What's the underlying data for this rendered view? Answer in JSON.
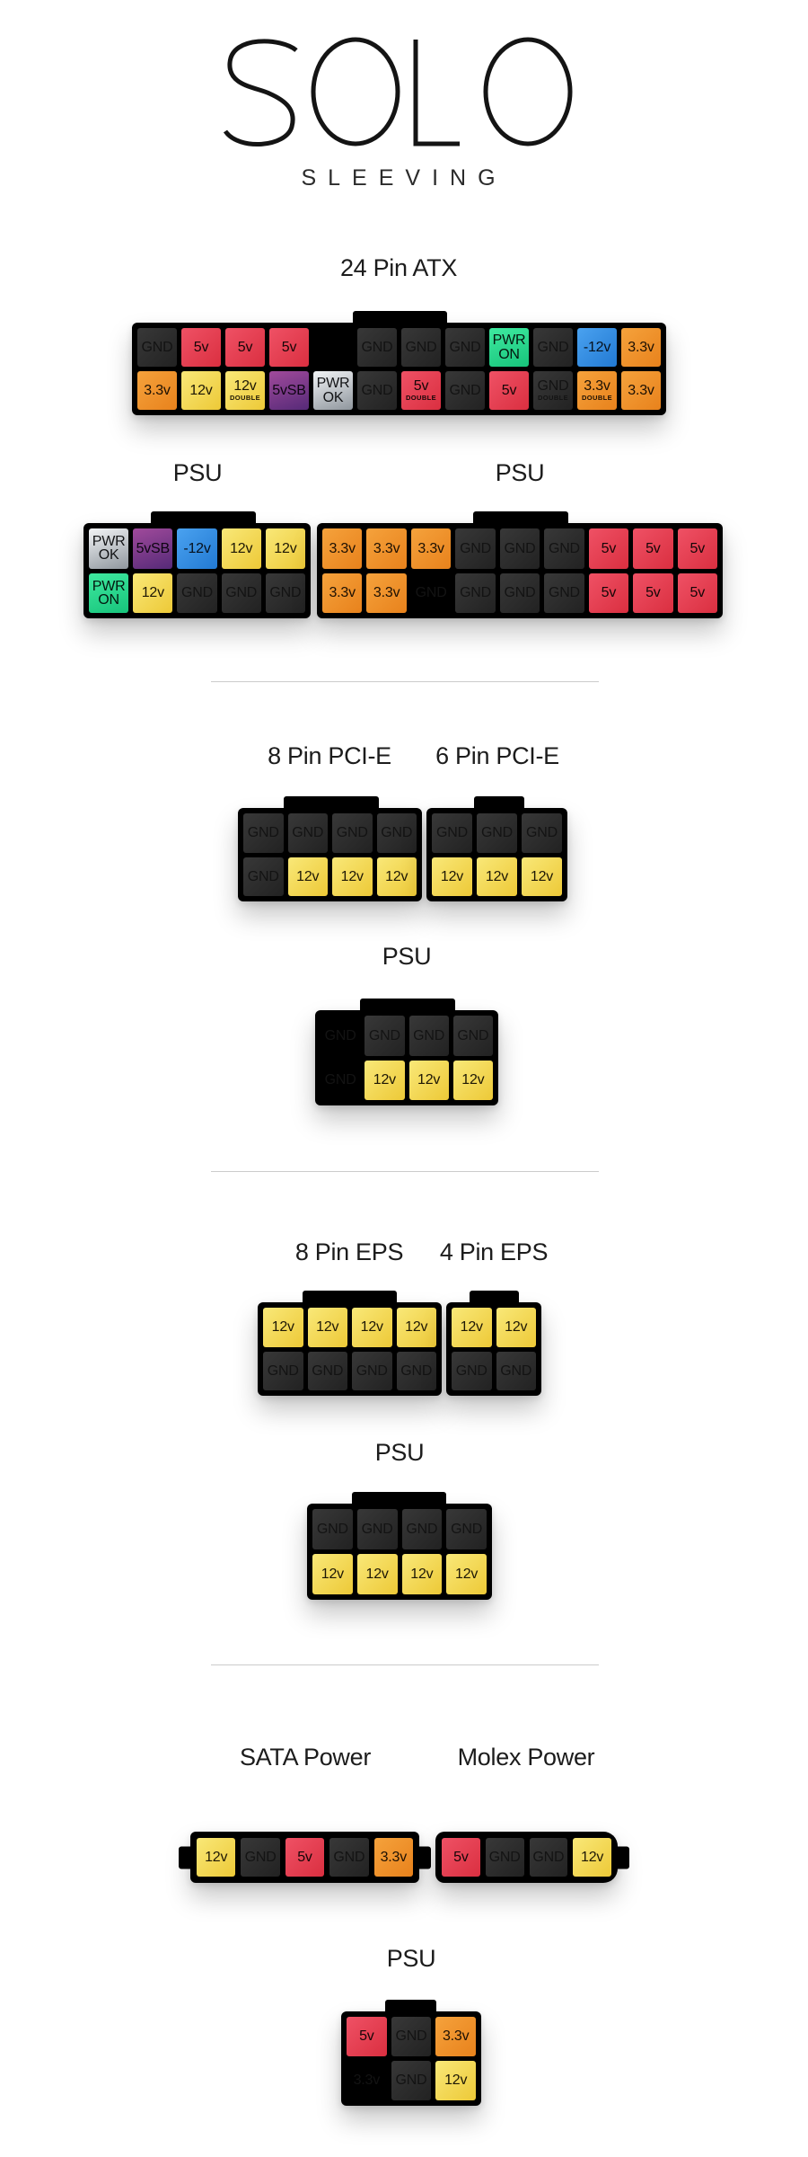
{
  "logo": {
    "title": "SOLO",
    "subtitle": "SLEEVING"
  },
  "headings": {
    "atx": "24 Pin ATX",
    "psu_atx_left": "PSU",
    "psu_atx_right": "PSU",
    "pcie8": "8 Pin PCI-E",
    "pcie6": "6 Pin PCI-E",
    "psu_pcie": "PSU",
    "eps8": "8 Pin EPS",
    "eps4": "4 Pin EPS",
    "psu_eps": "PSU",
    "sata": "SATA Power",
    "molex": "Molex Power",
    "psu_drive": "PSU"
  },
  "pin_colors": {
    "GND": "#2d2d2d",
    "5v": "#e8404f",
    "12v": "#f2d94a",
    "3.3v": "#ef9126",
    "5vSB": "#8a3f9e",
    "-12v": "#2f8fe5",
    "PWR OK": "#c6ccd2",
    "PWR ON": "#2bd98c",
    "blank": "#000000",
    "body": "#000000"
  },
  "connectors": {
    "atx24": {
      "rows": [
        [
          {
            "label": "GND",
            "type": "gnd"
          },
          {
            "label": "5v",
            "type": "p5"
          },
          {
            "label": "5v",
            "type": "p5"
          },
          {
            "label": "5v",
            "type": "p5"
          },
          {
            "label": "",
            "type": "blank"
          },
          {
            "label": "GND",
            "type": "gnd"
          },
          {
            "label": "GND",
            "type": "gnd"
          },
          {
            "label": "GND",
            "type": "gnd"
          },
          {
            "label": "PWR\nON",
            "type": "pwron"
          },
          {
            "label": "GND",
            "type": "gnd"
          },
          {
            "label": "-12v",
            "type": "n12"
          },
          {
            "label": "3.3v",
            "type": "p33"
          }
        ],
        [
          {
            "label": "3.3v",
            "type": "p33"
          },
          {
            "label": "12v",
            "type": "p12"
          },
          {
            "label": "12v",
            "type": "p12",
            "sub": "DOUBLE"
          },
          {
            "label": "5vSB",
            "type": "sb5"
          },
          {
            "label": "PWR\nOK",
            "type": "pwrok"
          },
          {
            "label": "GND",
            "type": "gnd"
          },
          {
            "label": "5v",
            "type": "p5",
            "sub": "DOUBLE"
          },
          {
            "label": "GND",
            "type": "gnd"
          },
          {
            "label": "5v",
            "type": "p5"
          },
          {
            "label": "GND",
            "type": "gnd",
            "sub": "DOUBLE"
          },
          {
            "label": "3.3v",
            "type": "p33",
            "sub": "DOUBLE"
          },
          {
            "label": "3.3v",
            "type": "p33"
          }
        ]
      ]
    },
    "psu_atx_a": {
      "rows": [
        [
          {
            "label": "PWR\nOK",
            "type": "pwrok"
          },
          {
            "label": "5vSB",
            "type": "sb5"
          },
          {
            "label": "-12v",
            "type": "n12"
          },
          {
            "label": "12v",
            "type": "p12"
          },
          {
            "label": "12v",
            "type": "p12"
          }
        ],
        [
          {
            "label": "PWR\nON",
            "type": "pwron"
          },
          {
            "label": "12v",
            "type": "p12"
          },
          {
            "label": "GND",
            "type": "gnd"
          },
          {
            "label": "GND",
            "type": "gnd"
          },
          {
            "label": "GND",
            "type": "gnd"
          }
        ]
      ]
    },
    "psu_atx_b": {
      "rows": [
        [
          {
            "label": "3.3v",
            "type": "p33"
          },
          {
            "label": "3.3v",
            "type": "p33"
          },
          {
            "label": "3.3v",
            "type": "p33"
          },
          {
            "label": "GND",
            "type": "gnd"
          },
          {
            "label": "GND",
            "type": "gnd"
          },
          {
            "label": "GND",
            "type": "gnd"
          },
          {
            "label": "5v",
            "type": "p5"
          },
          {
            "label": "5v",
            "type": "p5"
          },
          {
            "label": "5v",
            "type": "p5"
          }
        ],
        [
          {
            "label": "3.3v",
            "type": "p33"
          },
          {
            "label": "3.3v",
            "type": "p33"
          },
          {
            "label": "GND",
            "type": "ghost"
          },
          {
            "label": "GND",
            "type": "gnd"
          },
          {
            "label": "GND",
            "type": "gnd"
          },
          {
            "label": "GND",
            "type": "gnd"
          },
          {
            "label": "5v",
            "type": "p5"
          },
          {
            "label": "5v",
            "type": "p5"
          },
          {
            "label": "5v",
            "type": "p5"
          }
        ]
      ]
    },
    "pcie8": {
      "rows": [
        [
          {
            "label": "GND",
            "type": "gnd"
          },
          {
            "label": "GND",
            "type": "gnd"
          },
          {
            "label": "GND",
            "type": "gnd"
          },
          {
            "label": "GND",
            "type": "gnd"
          }
        ],
        [
          {
            "label": "GND",
            "type": "gnd"
          },
          {
            "label": "12v",
            "type": "p12"
          },
          {
            "label": "12v",
            "type": "p12"
          },
          {
            "label": "12v",
            "type": "p12"
          }
        ]
      ]
    },
    "pcie6": {
      "rows": [
        [
          {
            "label": "GND",
            "type": "gnd"
          },
          {
            "label": "GND",
            "type": "gnd"
          },
          {
            "label": "GND",
            "type": "gnd"
          }
        ],
        [
          {
            "label": "12v",
            "type": "p12"
          },
          {
            "label": "12v",
            "type": "p12"
          },
          {
            "label": "12v",
            "type": "p12"
          }
        ]
      ]
    },
    "psu_pcie": {
      "rows": [
        [
          {
            "label": "GND",
            "type": "ghost"
          },
          {
            "label": "GND",
            "type": "gnd"
          },
          {
            "label": "GND",
            "type": "gnd"
          },
          {
            "label": "GND",
            "type": "gnd"
          }
        ],
        [
          {
            "label": "GND",
            "type": "ghost"
          },
          {
            "label": "12v",
            "type": "p12"
          },
          {
            "label": "12v",
            "type": "p12"
          },
          {
            "label": "12v",
            "type": "p12"
          }
        ]
      ]
    },
    "eps8": {
      "rows": [
        [
          {
            "label": "12v",
            "type": "p12"
          },
          {
            "label": "12v",
            "type": "p12"
          },
          {
            "label": "12v",
            "type": "p12"
          },
          {
            "label": "12v",
            "type": "p12"
          }
        ],
        [
          {
            "label": "GND",
            "type": "gnd"
          },
          {
            "label": "GND",
            "type": "gnd"
          },
          {
            "label": "GND",
            "type": "gnd"
          },
          {
            "label": "GND",
            "type": "gnd"
          }
        ]
      ]
    },
    "eps4": {
      "rows": [
        [
          {
            "label": "12v",
            "type": "p12"
          },
          {
            "label": "12v",
            "type": "p12"
          }
        ],
        [
          {
            "label": "GND",
            "type": "gnd"
          },
          {
            "label": "GND",
            "type": "gnd"
          }
        ]
      ]
    },
    "psu_eps": {
      "rows": [
        [
          {
            "label": "GND",
            "type": "gnd"
          },
          {
            "label": "GND",
            "type": "gnd"
          },
          {
            "label": "GND",
            "type": "gnd"
          },
          {
            "label": "GND",
            "type": "gnd"
          }
        ],
        [
          {
            "label": "12v",
            "type": "p12"
          },
          {
            "label": "12v",
            "type": "p12"
          },
          {
            "label": "12v",
            "type": "p12"
          },
          {
            "label": "12v",
            "type": "p12"
          }
        ]
      ]
    },
    "sata": {
      "rows": [
        [
          {
            "label": "12v",
            "type": "p12"
          },
          {
            "label": "GND",
            "type": "gnd"
          },
          {
            "label": "5v",
            "type": "p5"
          },
          {
            "label": "GND",
            "type": "gnd"
          },
          {
            "label": "3.3v",
            "type": "p33"
          }
        ]
      ]
    },
    "molex": {
      "rows": [
        [
          {
            "label": "5v",
            "type": "p5"
          },
          {
            "label": "GND",
            "type": "gnd"
          },
          {
            "label": "GND",
            "type": "gnd"
          },
          {
            "label": "12v",
            "type": "p12"
          }
        ]
      ]
    },
    "psu_drive": {
      "rows": [
        [
          {
            "label": "5v",
            "type": "p5"
          },
          {
            "label": "GND",
            "type": "gnd"
          },
          {
            "label": "3.3v",
            "type": "p33"
          }
        ],
        [
          {
            "label": "3.3v",
            "type": "ghost"
          },
          {
            "label": "GND",
            "type": "gnd"
          },
          {
            "label": "12v",
            "type": "p12"
          }
        ]
      ]
    }
  }
}
